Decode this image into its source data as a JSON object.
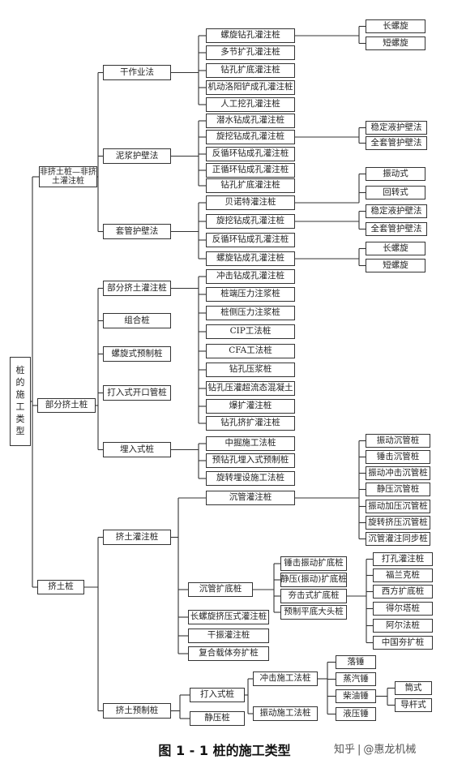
{
  "root": {
    "chars": [
      "桩",
      "的",
      "施",
      "工",
      "类",
      "型"
    ]
  },
  "level1": [
    {
      "key": "l1a",
      "label": "非挤土桩—非挤土灌注桩"
    },
    {
      "key": "l1b",
      "label": "部分挤土桩"
    },
    {
      "key": "l1c",
      "label": "挤土桩"
    }
  ],
  "level2": [
    {
      "key": "dry",
      "label": "干作业法"
    },
    {
      "key": "mud",
      "label": "泥浆护壁法"
    },
    {
      "key": "casing",
      "label": "套管护壁法"
    },
    {
      "key": "partial",
      "label": "部分挤土灌注桩"
    },
    {
      "key": "combo",
      "label": "组合桩"
    },
    {
      "key": "screwpre",
      "label": "螺旋式预制桩"
    },
    {
      "key": "openpipe",
      "label": "打入式开口管桩"
    },
    {
      "key": "embed",
      "label": "埋入式桩"
    },
    {
      "key": "squeeze",
      "label": "挤土灌注桩"
    },
    {
      "key": "squeezepre",
      "label": "挤土预制桩"
    }
  ],
  "level3": [
    {
      "key": "d1",
      "label": "螺旋钻孔灌注桩"
    },
    {
      "key": "d2",
      "label": "多节扩孔灌注桩"
    },
    {
      "key": "d3",
      "label": "钻孔扩底灌注桩"
    },
    {
      "key": "d4",
      "label": "机动洛阳铲成孔灌注桩"
    },
    {
      "key": "d5",
      "label": "人工挖孔灌注桩"
    },
    {
      "key": "m1",
      "label": "潜水钻成孔灌注桩"
    },
    {
      "key": "m2",
      "label": "旋挖钻成孔灌注桩"
    },
    {
      "key": "m3",
      "label": "反循环钻成孔灌注桩"
    },
    {
      "key": "m4",
      "label": "正循环钻成孔灌注桩"
    },
    {
      "key": "m5",
      "label": "钻孔扩底灌注桩"
    },
    {
      "key": "c1",
      "label": "贝诺特灌注桩"
    },
    {
      "key": "c2",
      "label": "旋挖钻成孔灌注桩"
    },
    {
      "key": "c3",
      "label": "反循环钻成孔灌注桩"
    },
    {
      "key": "c4",
      "label": "螺旋钻成孔灌注桩"
    },
    {
      "key": "p1",
      "label": "冲击钻成孔灌注桩"
    },
    {
      "key": "p2",
      "label": "桩端压力注浆桩"
    },
    {
      "key": "p3",
      "label": "桩侧压力注浆桩"
    },
    {
      "key": "p4",
      "label": "CIP工法桩"
    },
    {
      "key": "p5",
      "label": "CFA工法桩"
    },
    {
      "key": "p6",
      "label": "钻孔压浆桩"
    },
    {
      "key": "p7",
      "label": "钻孔压灌超流态混凝土"
    },
    {
      "key": "p8",
      "label": "爆扩灌注桩"
    },
    {
      "key": "p9",
      "label": "钻孔挤扩灌注桩"
    },
    {
      "key": "e1",
      "label": "中掘施工法桩"
    },
    {
      "key": "e2",
      "label": "预钻孔埋入式预制桩"
    },
    {
      "key": "e3",
      "label": "旋转埋设施工法桩"
    },
    {
      "key": "s1",
      "label": "沉管灌注桩"
    },
    {
      "key": "s2",
      "label": "沉管扩底桩"
    },
    {
      "key": "s3",
      "label": "长螺旋挤压式灌注桩"
    },
    {
      "key": "s4",
      "label": "干振灌注桩"
    },
    {
      "key": "s5",
      "label": "复合载体夯扩桩"
    },
    {
      "key": "q1",
      "label": "打入式桩"
    },
    {
      "key": "q2",
      "label": "静压桩"
    }
  ],
  "level4": [
    {
      "key": "d1a",
      "label": "长螺旋"
    },
    {
      "key": "d1b",
      "label": "短螺旋"
    },
    {
      "key": "m2a",
      "label": "稳定液护壁法"
    },
    {
      "key": "m2b",
      "label": "全套管护壁法"
    },
    {
      "key": "c1a",
      "label": "振动式"
    },
    {
      "key": "c1b",
      "label": "回转式"
    },
    {
      "key": "c2a",
      "label": "稳定液护壁法"
    },
    {
      "key": "c2b",
      "label": "全套管护壁法"
    },
    {
      "key": "c4a",
      "label": "长螺旋"
    },
    {
      "key": "c4b",
      "label": "短螺旋"
    },
    {
      "key": "s1a",
      "label": "振动沉管桩"
    },
    {
      "key": "s1b",
      "label": "锤击沉管桩"
    },
    {
      "key": "s1c",
      "label": "振动冲击沉管桩"
    },
    {
      "key": "s1d",
      "label": "静压沉管桩"
    },
    {
      "key": "s1e",
      "label": "振动加压沉管桩"
    },
    {
      "key": "s1f",
      "label": "旋转挤压沉管桩"
    },
    {
      "key": "s1g",
      "label": "沉管灌注同步桩"
    },
    {
      "key": "s2a",
      "label": "锤击振动扩底桩"
    },
    {
      "key": "s2b",
      "label": "静压(振动)扩底桩"
    },
    {
      "key": "s2c",
      "label": "夯击式扩底桩"
    },
    {
      "key": "s2d",
      "label": "预制平底大头桩"
    },
    {
      "key": "q1a",
      "label": "冲击施工法桩"
    },
    {
      "key": "q1b",
      "label": "振动施工法桩"
    }
  ],
  "level5": [
    {
      "key": "t1",
      "label": "打孔灌注桩"
    },
    {
      "key": "t2",
      "label": "福兰克桩"
    },
    {
      "key": "t3",
      "label": "西方扩底桩"
    },
    {
      "key": "t4",
      "label": "得尔塔桩"
    },
    {
      "key": "t5",
      "label": "阿尔法桩"
    },
    {
      "key": "t6",
      "label": "中国夯扩桩"
    },
    {
      "key": "h1",
      "label": "落锤"
    },
    {
      "key": "h2",
      "label": "蒸汽锤"
    },
    {
      "key": "h3",
      "label": "柴油锤"
    },
    {
      "key": "h4",
      "label": "液压锤"
    }
  ],
  "level6": [
    {
      "key": "h3a",
      "label": "筒式"
    },
    {
      "key": "h3b",
      "label": "导杆式"
    }
  ],
  "caption": {
    "text": "图 1 - 1   桩的施工类型"
  },
  "watermark": {
    "left": "知乎",
    "right": "@惠龙机械"
  }
}
